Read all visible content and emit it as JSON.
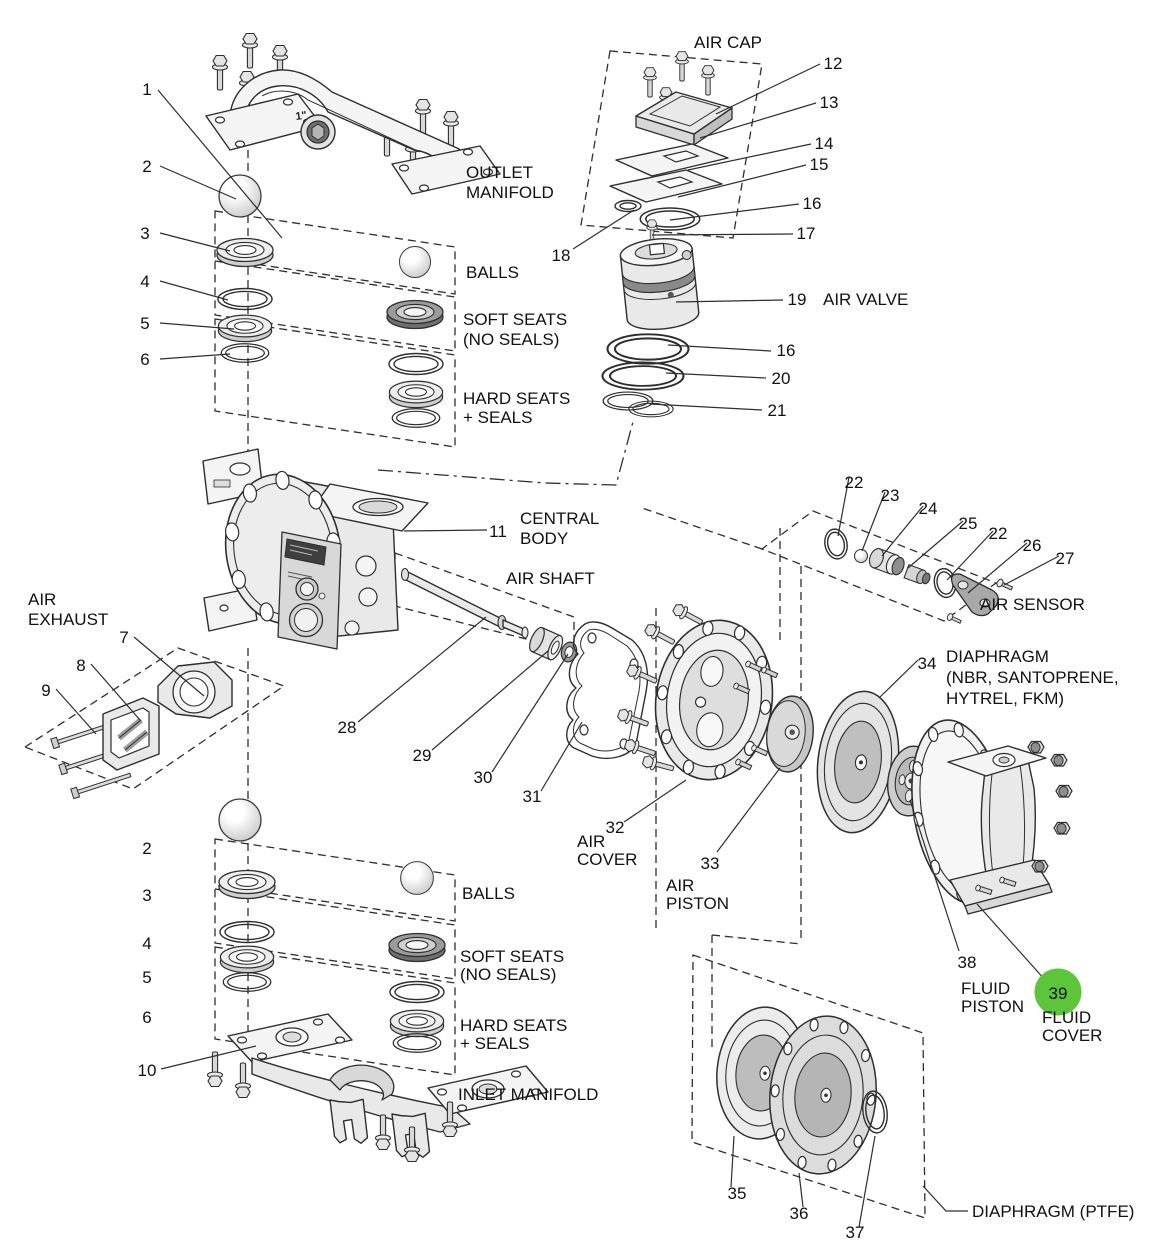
{
  "colors": {
    "highlight": "#5cc53a",
    "line": "#2e2e2e",
    "background": "#ffffff"
  },
  "nums": {
    "n1": "1",
    "n2": "2",
    "n3": "3",
    "n4": "4",
    "n5": "5",
    "n6": "6",
    "n7": "7",
    "n8": "8",
    "n9": "9",
    "n10": "10",
    "n11": "11",
    "n12": "12",
    "n13": "13",
    "n14": "14",
    "n15": "15",
    "n16": "16",
    "n16b": "16",
    "n17": "17",
    "n18": "18",
    "n19": "19",
    "n20": "20",
    "n21": "21",
    "n22": "22",
    "n22b": "22",
    "n23": "23",
    "n24": "24",
    "n25": "25",
    "n26": "26",
    "n27": "27",
    "n28": "28",
    "n29": "29",
    "n30": "30",
    "n31": "31",
    "n32": "32",
    "n33": "33",
    "n34": "34",
    "n35": "35",
    "n36": "36",
    "n37": "37",
    "n38": "38",
    "n39": "39",
    "n2b": "2",
    "n3b": "3",
    "n4b": "4",
    "n5b": "5",
    "n6b": "6"
  },
  "labels": {
    "air_cap": "AIR CAP",
    "outlet_manifold": [
      "OUTLET",
      "MANIFOLD"
    ],
    "balls_top": "BALLS",
    "soft_seats_top": [
      "SOFT SEATS",
      "(NO SEALS)"
    ],
    "hard_seats_top": [
      "HARD SEATS",
      "+ SEALS"
    ],
    "air_valve": "AIR VALVE",
    "central_body": [
      "CENTRAL",
      "BODY"
    ],
    "air_shaft": "AIR SHAFT",
    "air_sensor": "AIR SENSOR",
    "air_exhaust": [
      "AIR",
      "EXHAUST"
    ],
    "air_cover": [
      "AIR",
      "COVER"
    ],
    "air_piston": [
      "AIR",
      "PISTON"
    ],
    "diaphragm_nbr": [
      "DIAPHRAGM",
      "(NBR, SANTOPRENE,",
      "HYTREL, FKM)"
    ],
    "balls_bottom": "BALLS",
    "soft_seats_bottom": [
      "SOFT SEATS",
      "(NO SEALS)"
    ],
    "hard_seats_bottom": [
      "HARD SEATS",
      "+ SEALS"
    ],
    "inlet_manifold": "INLET MANIFOLD",
    "fluid_piston": [
      "FLUID",
      "PISTON"
    ],
    "fluid_cover": [
      "FLUID",
      "COVER"
    ],
    "diaphragm_ptfe": "DIAPHRAGM (PTFE)",
    "pipe_size_marking": "1\""
  }
}
